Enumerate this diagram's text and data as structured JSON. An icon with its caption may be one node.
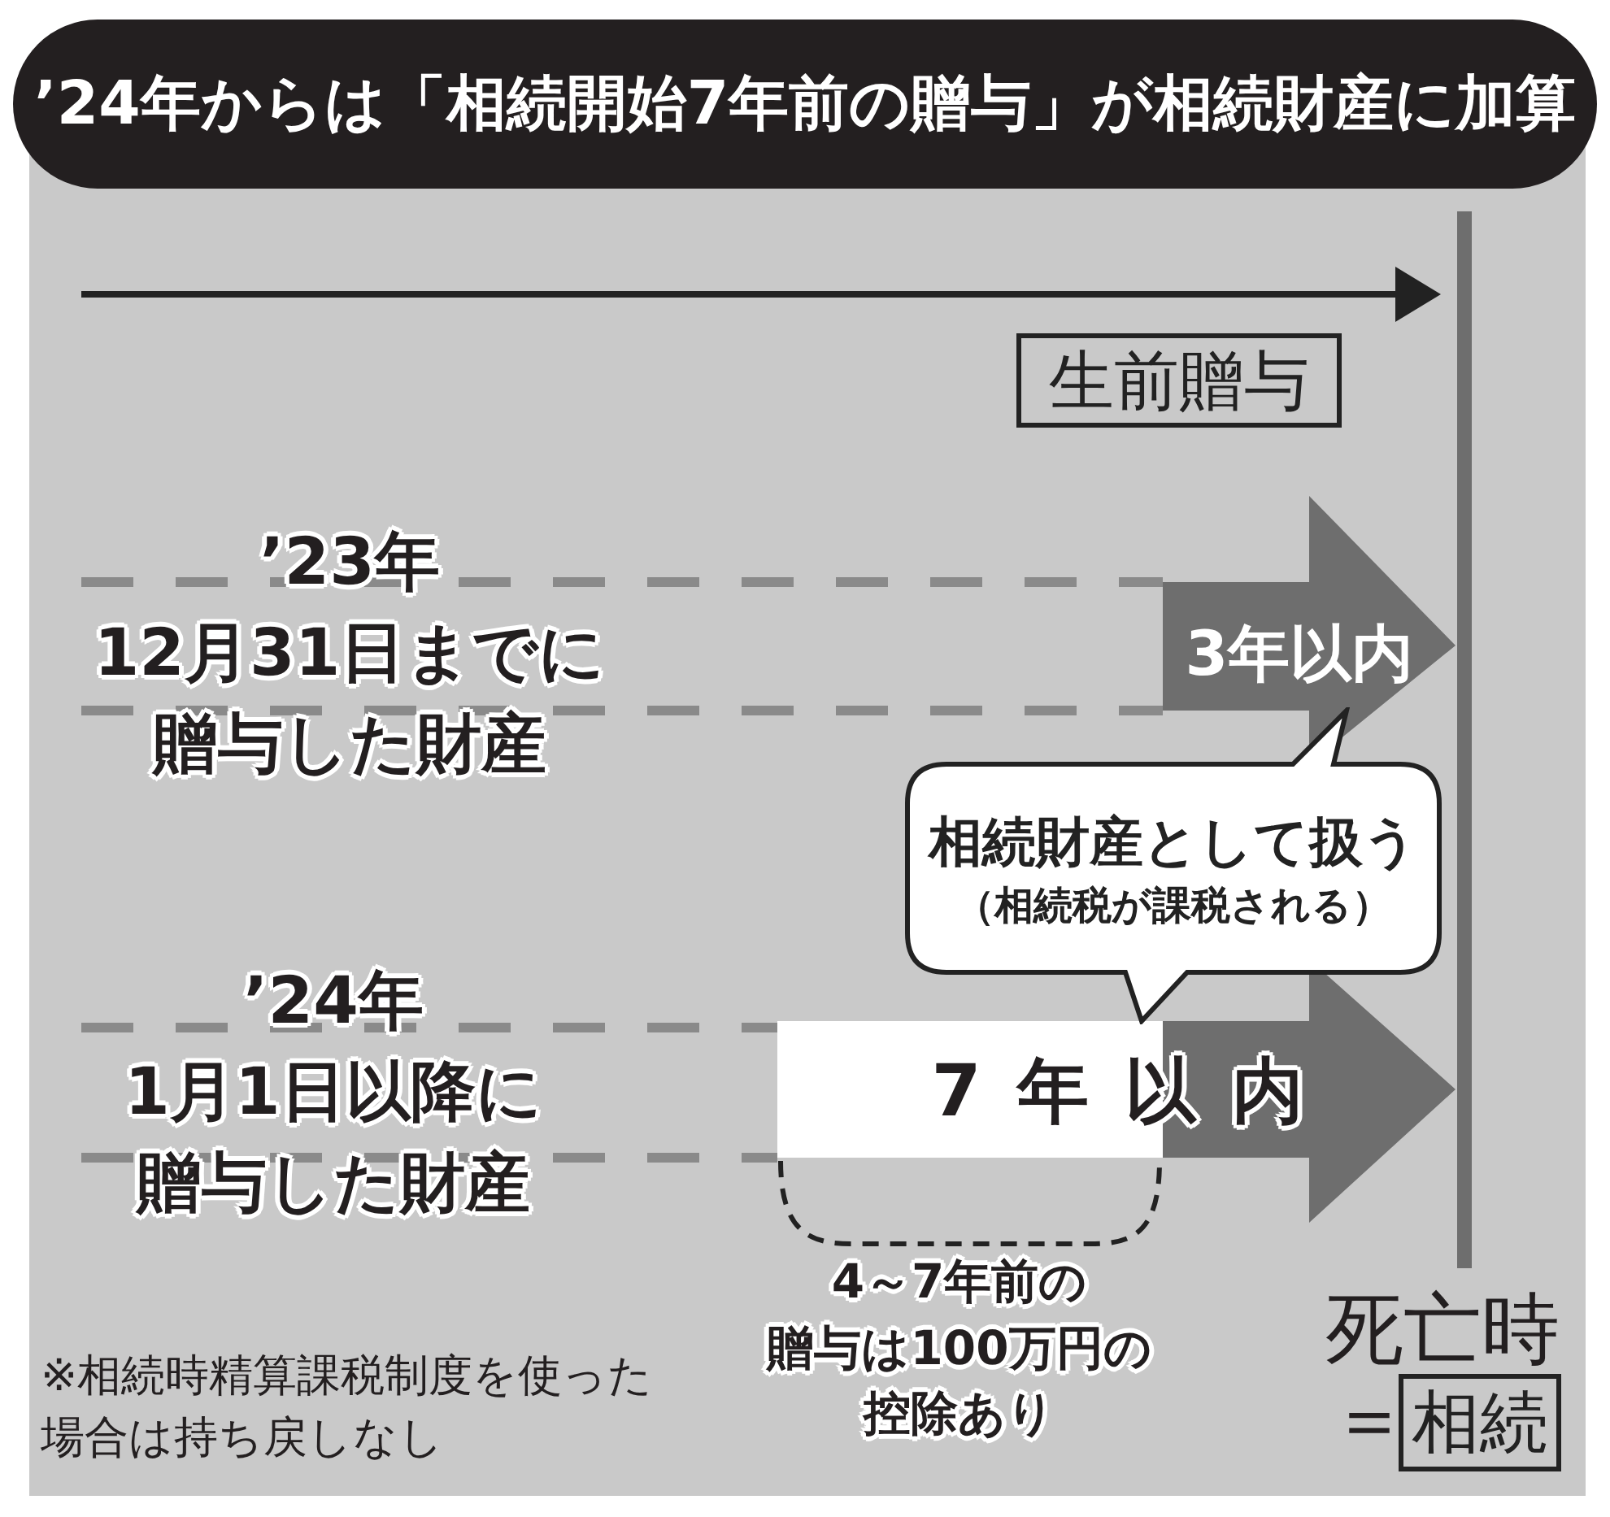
{
  "diagram": {
    "title": "’24年からは「相続開始7年前の贈与」が相続財産に加算",
    "nodes": [
      {
        "text": [
          "生前贈与"
        ]
      },
      {
        "text": [
          "3年以内"
        ]
      },
      {
        "text": [
          "7年以内"
        ],
        "beside": [
          "4～7年前の贈与は100万円の控除あり"
        ]
      },
      {
        "text": [
          "相続財産として扱う",
          "（相続税が課税される）"
        ]
      },
      {
        "text": [
          "相続"
        ]
      }
    ],
    "labels": [
      "’23年12月31日までに贈与した財産",
      "’24年1月1日以降に贈与した財産",
      "死亡時",
      "＝",
      "※相続時精算課税制度を使った場合は持ち戻しなし"
    ]
  }
}
